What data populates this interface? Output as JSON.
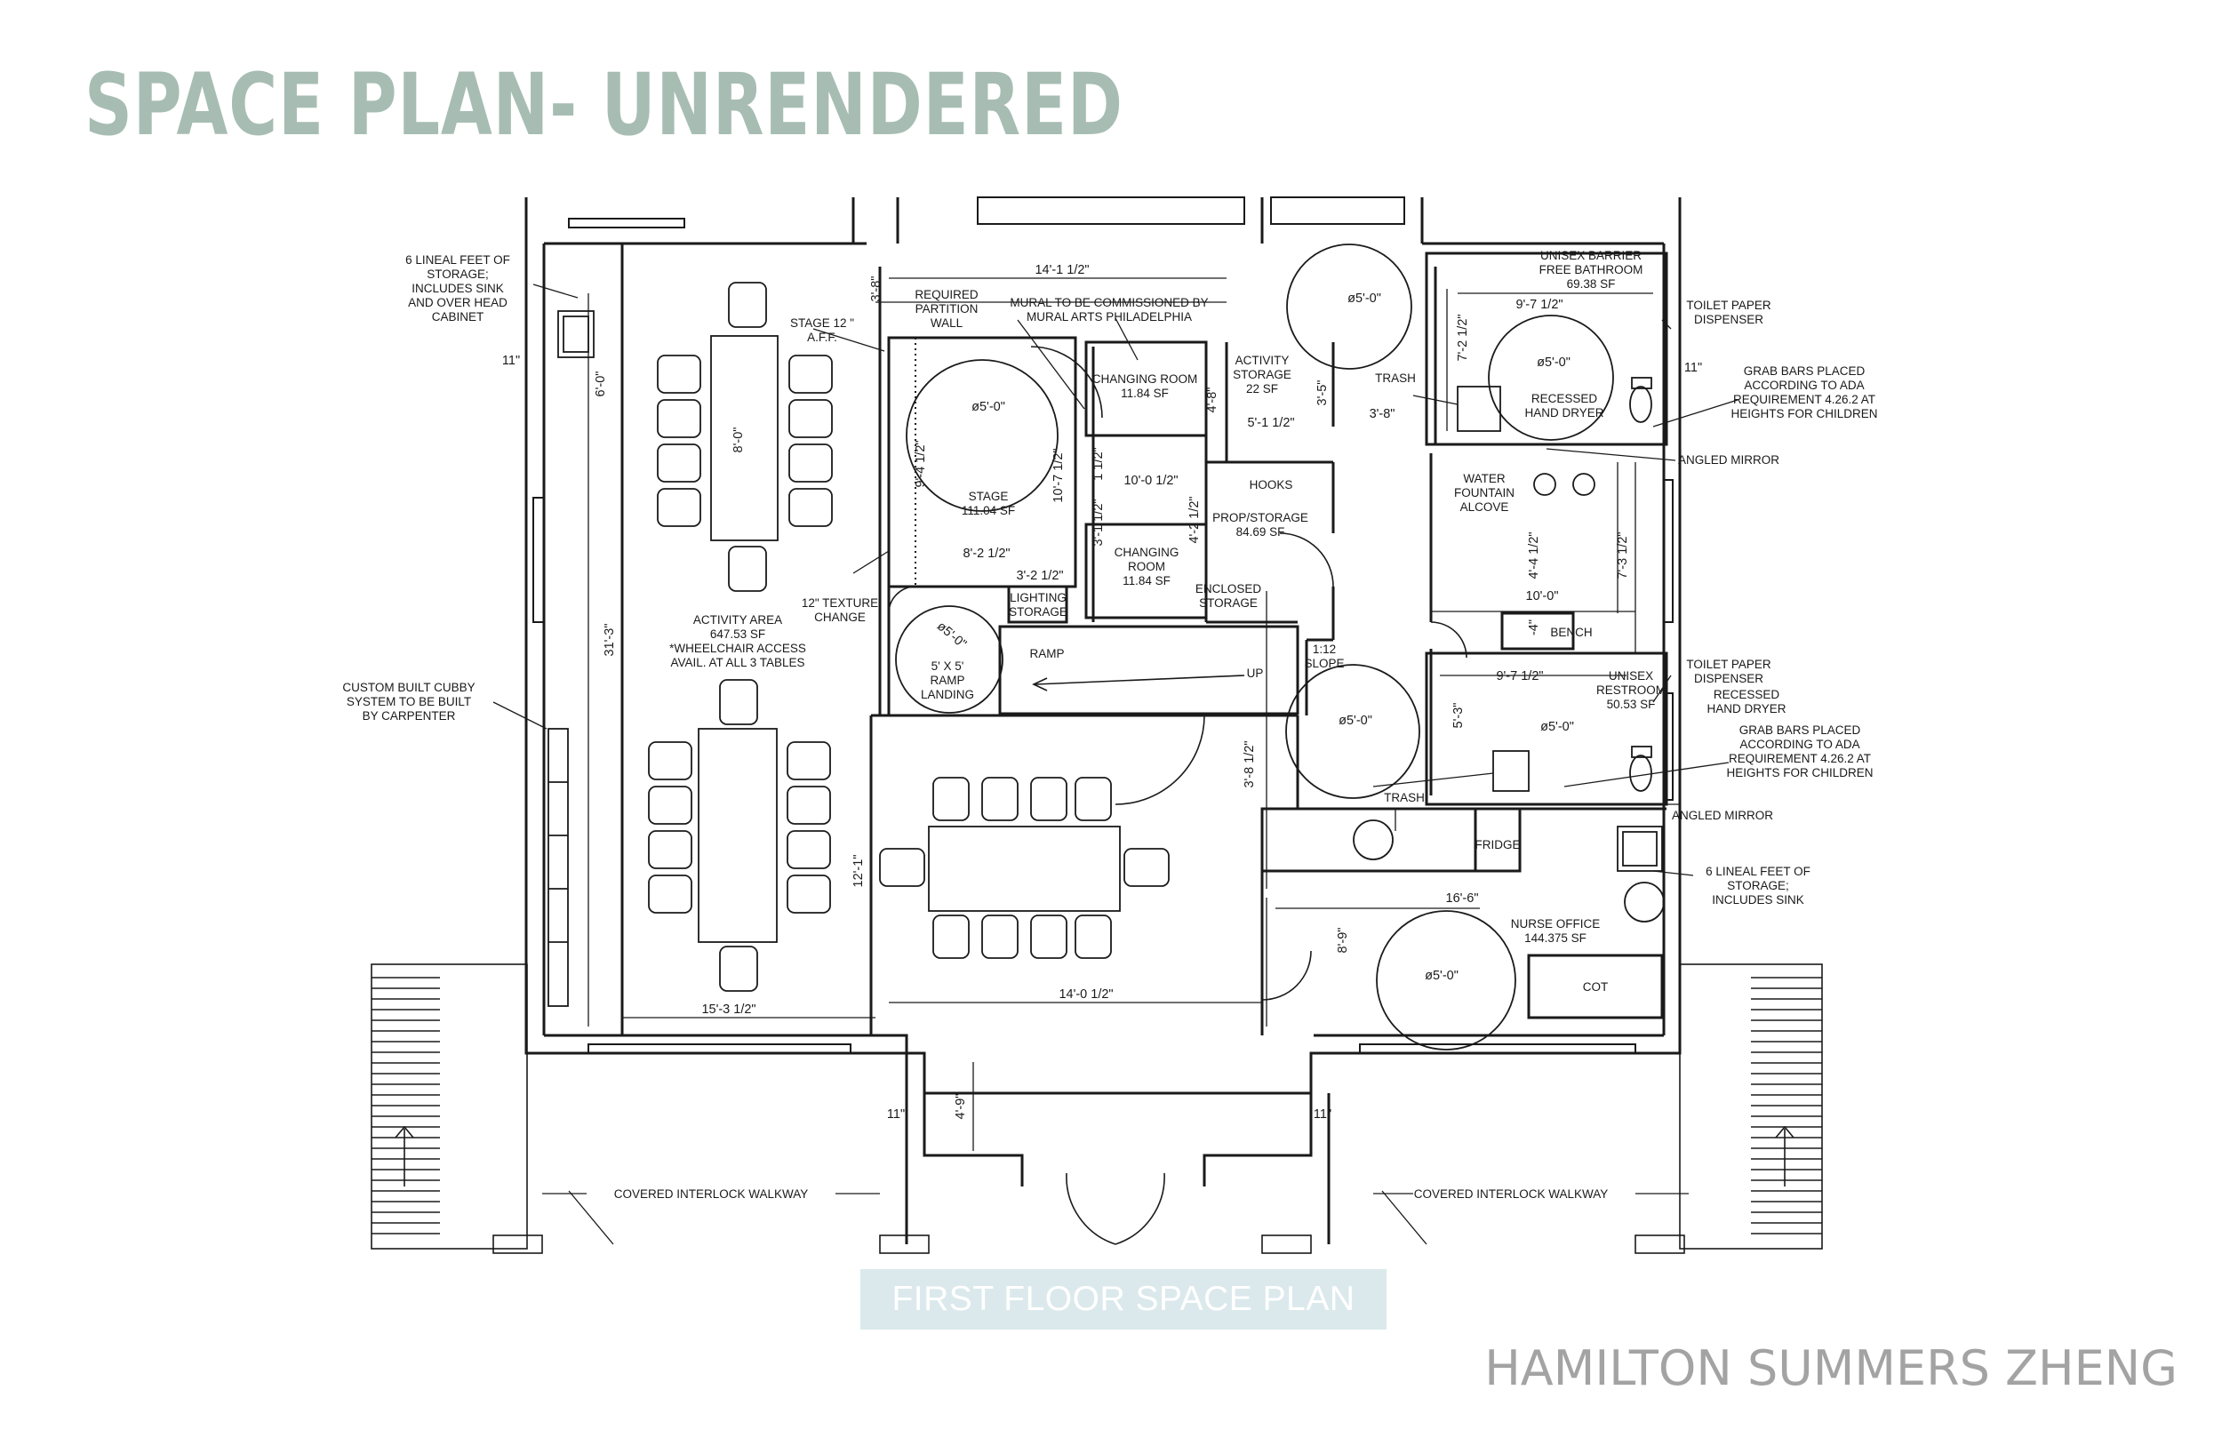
{
  "title": "SPACE PLAN- UNRENDERED",
  "caption": "FIRST FLOOR SPACE PLAN",
  "author": "HAMILTON SUMMERS ZHENG",
  "colors": {
    "title": "#a7bdb3",
    "caption_bg": "#dbe9ec",
    "author": "#a3a3a3",
    "line": "#1a1a1a"
  },
  "labels": {
    "storage_left": [
      "6 LINEAL FEET OF",
      "STORAGE;",
      "INCLUDES SINK",
      "AND OVER HEAD",
      "CABINET"
    ],
    "stage_height": [
      "STAGE 12 \"",
      "A.F.F."
    ],
    "req_partition": [
      "REQUIRED",
      "PARTITION",
      "WALL"
    ],
    "mural": [
      "MURAL TO BE COMMISSIONED BY",
      "MURAL ARTS PHILADELPHIA"
    ],
    "changing_room_top": [
      "CHANGING ROOM",
      "11.84 SF"
    ],
    "activity_storage": [
      "ACTIVITY",
      "STORAGE",
      "22 SF"
    ],
    "trash_top": "TRASH",
    "unisex_bathroom": [
      "UNISEX BARRIER",
      "FREE BATHROOM",
      "69.38 SF"
    ],
    "toilet_paper_top": [
      "TOILET PAPER",
      "DISPENSER"
    ],
    "grab_bars_top": [
      "GRAB BARS PLACED",
      "ACCORDING TO ADA",
      "REQUIREMENT 4.26.2 AT",
      "HEIGHTS FOR CHILDREN"
    ],
    "recessed_dryer_top": [
      "RECESSED",
      "HAND DRYER"
    ],
    "angled_mirror_top": "ANGLED MIRROR",
    "water_fountain": [
      "WATER",
      "FOUNTAIN",
      "ALCOVE"
    ],
    "stage": [
      "STAGE",
      "111.04 SF"
    ],
    "hooks": "HOOKS",
    "prop_storage": [
      "PROP/STORAGE",
      "84.69 SF"
    ],
    "changing_room_bottom": [
      "CHANGING",
      "ROOM",
      "11.84 SF"
    ],
    "enclosed_storage": [
      "ENCLOSED",
      "STORAGE"
    ],
    "lighting_storage": [
      "LIGHTING",
      "STORAGE"
    ],
    "texture_change": [
      "12\" TEXTURE",
      "CHANGE"
    ],
    "activity_area": [
      "ACTIVITY AREA",
      "647.53 SF",
      "*WHEELCHAIR ACCESS",
      "AVAIL. AT ALL 3 TABLES"
    ],
    "ramp": "RAMP",
    "up": "UP",
    "slope": [
      "1:12",
      "SLOPE"
    ],
    "ramp_landing": [
      "5' X 5'",
      "RAMP",
      "LANDING"
    ],
    "bench": "BENCH",
    "unisex_restroom": [
      "UNISEX",
      "RESTROOM",
      "50.53 SF"
    ],
    "toilet_paper_bottom": [
      "TOILET PAPER",
      "DISPENSER"
    ],
    "recessed_dryer_bottom": [
      "RECESSED",
      "HAND DRYER"
    ],
    "grab_bars_bottom": [
      "GRAB BARS PLACED",
      "ACCORDING TO ADA",
      "REQUIREMENT 4.26.2 AT",
      "HEIGHTS FOR CHILDREN"
    ],
    "angled_mirror_bottom": "ANGLED MIRROR",
    "trash_bottom": "TRASH",
    "custom_cubby": [
      "CUSTOM BUILT CUBBY",
      "SYSTEM TO BE BUILT",
      "BY CARPENTER"
    ],
    "fridge": "FRIDGE",
    "storage_right": [
      "6 LINEAL FEET OF",
      "STORAGE;",
      "INCLUDES SINK"
    ],
    "nurse_office": [
      "NURSE OFFICE",
      "144.375 SF"
    ],
    "cot": "COT",
    "walkway_left": "COVERED INTERLOCK WALKWAY",
    "walkway_right": "COVERED INTERLOCK WALKWAY"
  },
  "dimensions": {
    "d_14_1_5": "14'-1 1/2\"",
    "d_3_8_a": "3'-8\"",
    "d_9_7_5_top": "9'-7 1/2\"",
    "d_7_2_5": "7'-2 1/2\"",
    "d_11_left": "11\"",
    "d_6_0": "6'-0\"",
    "d_8_0": "8'-0\"",
    "d_5_0_stage": "ø5'-0\"",
    "d_9_4_5": "9'-4 1/2\"",
    "d_10_7_5": "10'-7 1/2\"",
    "d_4_8": "4'-8\"",
    "d_3_5": "3'-5\"",
    "d_5_1_5": "5'-1 1/2\"",
    "d_3_8_b": "3'-8\"",
    "d_5_0_trash": "ø5'-0\"",
    "d_5_0_bath": "ø5'-0\"",
    "d_11_right": "11\"",
    "d_10_0_5": "10'-0 1/2\"",
    "d_3_1_5": "3'-1 1/2\"",
    "d_1_5": "1 1/2\"",
    "d_4_2_5": "4'-2 1/2\"",
    "d_8_2_5": "8'-2 1/2\"",
    "d_3_2_5": "3'-2 1/2\"",
    "d_4_4_5": "4'-4 1/2\"",
    "d_7_3_5": "7'-3 1/2\"",
    "d_10_0": "10'-0\"",
    "d_4_": "-4\"",
    "d_31_3": "31'-3\"",
    "d_5_0_landing": "ø5'-0\"",
    "d_9_7_5_bottom": "9'-7 1/2\"",
    "d_5_3": "5'-3\"",
    "d_5_0_hall": "ø5'-0\"",
    "d_5_0_rest": "ø5'-0\"",
    "d_3_8_5": "3'-8 1/2\"",
    "d_12_1": "12'-1\"",
    "d_16_6": "16'-6\"",
    "d_8_9": "8'-9\"",
    "d_5_0_nurse": "ø5'-0\"",
    "d_15_3_5": "15'-3 1/2\"",
    "d_14_0_5": "14'-0 1/2\"",
    "d_4_9": "4'-9\"",
    "d_11_bl": "11\"",
    "d_11_br": "11\""
  }
}
